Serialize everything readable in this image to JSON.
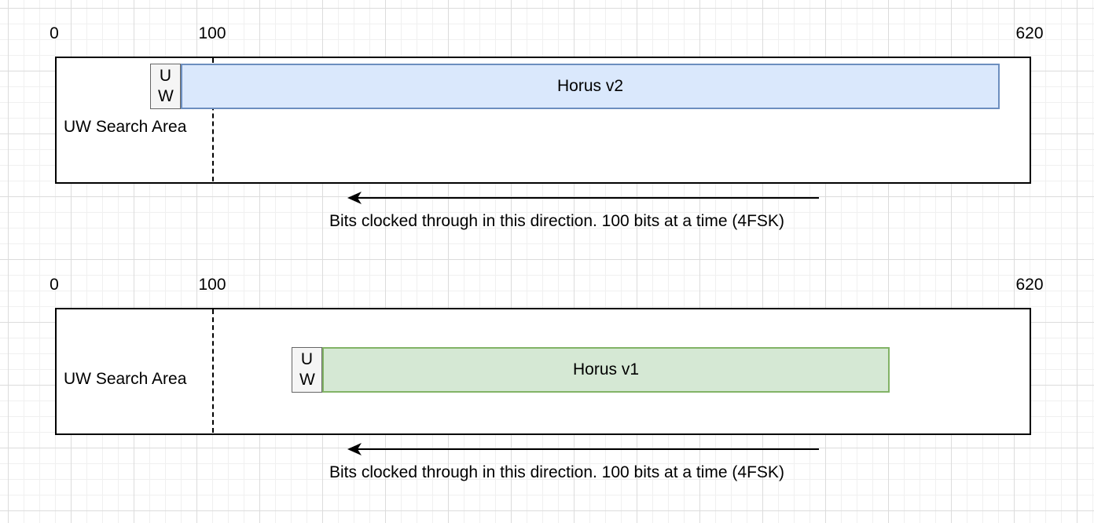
{
  "diagrams": [
    {
      "ticks": [
        "0",
        "100",
        "620"
      ],
      "search_area_label": "UW Search Area",
      "uw_label": "UW",
      "packet_label": "Horus v2",
      "packet_color": "#dae8fc",
      "packet_border": "#6c8ebf",
      "caption": "Bits clocked through in this direction. 100 bits at a time (4FSK)"
    },
    {
      "ticks": [
        "0",
        "100",
        "620"
      ],
      "search_area_label": "UW Search Area",
      "uw_label": "UW",
      "packet_label": "Horus v1",
      "packet_color": "#d5e8d4",
      "packet_border": "#82b366",
      "caption": "Bits clocked through in this direction. 100 bits at a time (4FSK)"
    }
  ]
}
